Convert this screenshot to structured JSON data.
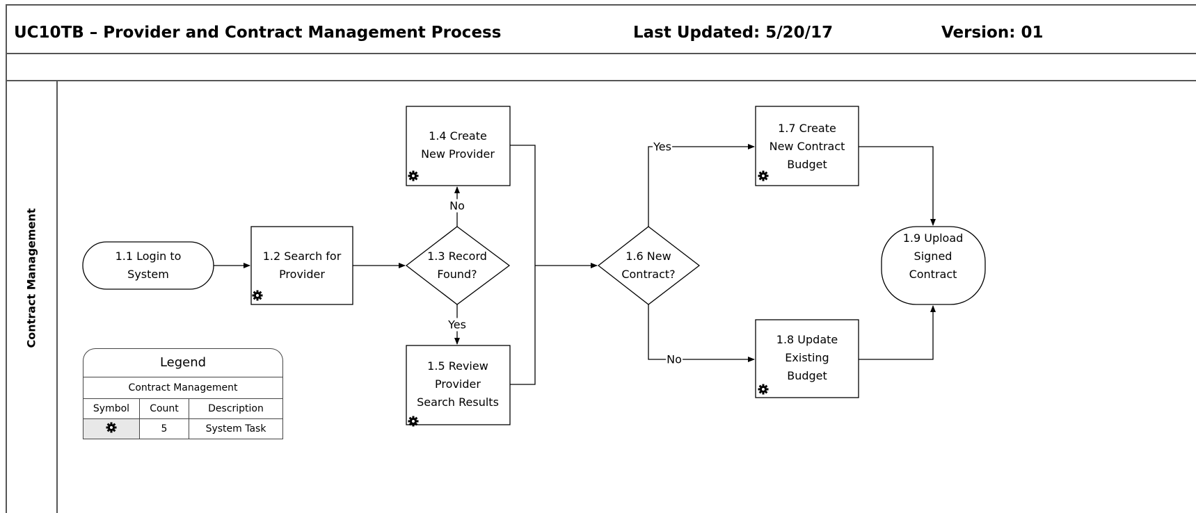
{
  "header": {
    "title": "UC10TB – Provider and Contract Management Process",
    "last_updated": "Last Updated: 5/20/17",
    "version": "Version: 01"
  },
  "lane": {
    "label": "Contract Management"
  },
  "nodes": {
    "n11": "1.1 Login to\nSystem",
    "n12": "1.2 Search for\nProvider",
    "n13": "1.3 Record\nFound?",
    "n14": "1.4 Create\nNew Provider",
    "n15": "1.5 Review\nProvider\nSearch Results",
    "n16": "1.6 New\nContract?",
    "n17": "1.7 Create\nNew Contract\nBudget",
    "n18": "1.8 Update\nExisting\nBudget",
    "n19": "1.9 Upload\nSigned\nContract"
  },
  "edges": {
    "no_13": "No",
    "yes_13": "Yes",
    "yes_16": "Yes",
    "no_16": "No"
  },
  "legend": {
    "title": "Legend",
    "subtitle": "Contract Management",
    "headers": [
      "Symbol",
      "Count",
      "Description"
    ],
    "rows": [
      {
        "symbol": "gear-icon",
        "count": "5",
        "description": "System Task"
      }
    ]
  }
}
